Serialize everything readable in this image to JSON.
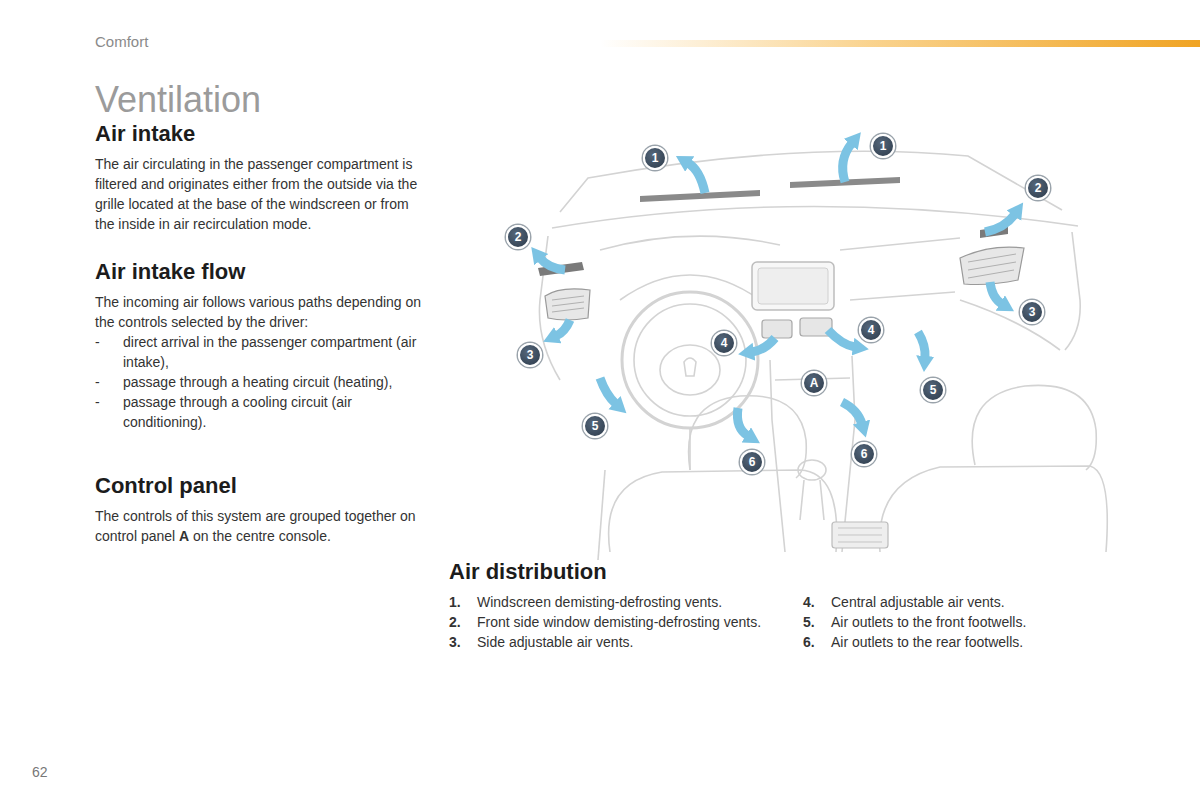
{
  "diagram": {
    "title": "Ventilation",
    "labels": [
      "Comfort",
      "Air intake",
      "The air circulating in the passenger compartment is filtered and originates either from the outside via the grille located at the base of the windscreen or from the inside in air recirculation mode.",
      "Air intake flow",
      "The incoming air follows various paths depending on the controls selected by the driver:",
      "-",
      "direct arrival in the passenger compartment (air intake),",
      "-",
      "passage through a heating circuit (heating),",
      "-",
      "passage through a cooling circuit (air conditioning).",
      "Control panel",
      "The controls of this system are grouped together on control panel",
      "A",
      "on the centre console.",
      "Air distribution",
      "1.",
      "Windscreen demisting-defrosting vents.",
      "2.",
      "Front side window demisting-defrosting vents.",
      "3.",
      "Side adjustable air vents.",
      "4.",
      "Central adjustable air vents.",
      "5.",
      "Air outlets to the front footwells.",
      "6.",
      "Air outlets to the rear footwells.",
      "1",
      "1",
      "2",
      "2",
      "3",
      "3",
      "4",
      "4",
      "A",
      "5",
      "5",
      "6",
      "6",
      "62"
    ]
  }
}
